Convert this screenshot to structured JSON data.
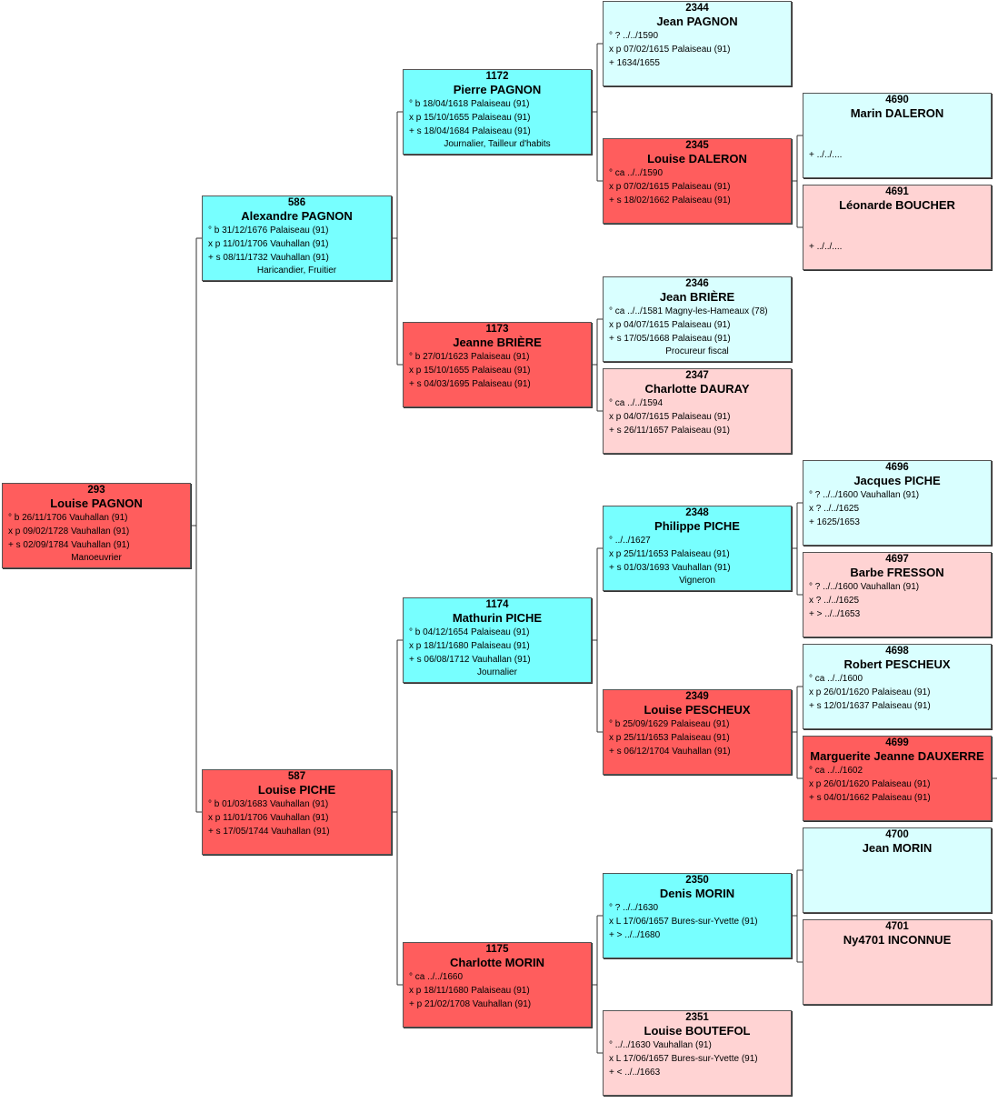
{
  "colors": {
    "male": "#77ffff",
    "female": "#ff5d5d",
    "male_pale": "#d9ffff",
    "female_pale": "#ffd3d3",
    "line": "#333333"
  },
  "people": [
    {
      "id": "p293",
      "sex": "f",
      "num": "293",
      "name": "Louise PAGNON",
      "lines": [
        "° b 26/11/1706 Vauhallan (91)",
        "x p 09/02/1728 Vauhallan (91)",
        "+ s 02/09/1784 Vauhallan (91)"
      ],
      "occupation": "Manoeuvrier"
    },
    {
      "id": "p586",
      "sex": "m",
      "num": "586",
      "name": "Alexandre PAGNON",
      "lines": [
        "° b 31/12/1676 Palaiseau (91)",
        "x p 11/01/1706 Vauhallan (91)",
        "+ s 08/11/1732 Vauhallan (91)"
      ],
      "occupation": "Haricandier, Fruitier"
    },
    {
      "id": "p587",
      "sex": "f",
      "num": "587",
      "name": "Louise PICHE",
      "lines": [
        "° b 01/03/1683 Vauhallan (91)",
        "x p 11/01/1706 Vauhallan (91)",
        "+ s 17/05/1744 Vauhallan (91)"
      ]
    },
    {
      "id": "p1172",
      "sex": "m",
      "num": "1172",
      "name": "Pierre PAGNON",
      "lines": [
        "° b 18/04/1618 Palaiseau (91)",
        "x p 15/10/1655 Palaiseau (91)",
        "+ s 18/04/1684 Palaiseau (91)"
      ],
      "occupation": "Journalier, Tailleur d'habits"
    },
    {
      "id": "p1173",
      "sex": "f",
      "num": "1173",
      "name": "Jeanne BRIÈRE",
      "lines": [
        "° b 27/01/1623 Palaiseau (91)",
        "x p 15/10/1655 Palaiseau (91)",
        "+ s 04/03/1695 Palaiseau (91)"
      ]
    },
    {
      "id": "p1174",
      "sex": "m",
      "num": "1174",
      "name": "Mathurin PICHE",
      "lines": [
        "° b 04/12/1654 Palaiseau (91)",
        "x p 18/11/1680 Palaiseau (91)",
        "+ s 06/08/1712 Vauhallan (91)"
      ],
      "occupation": "Journalier"
    },
    {
      "id": "p1175",
      "sex": "f",
      "num": "1175",
      "name": "Charlotte MORIN",
      "lines": [
        "° ca ../../1660",
        "x p 18/11/1680 Palaiseau (91)",
        "+ p 21/02/1708 Vauhallan (91)"
      ]
    },
    {
      "id": "p2344",
      "sex": "mp",
      "num": "2344",
      "name": "Jean PAGNON",
      "lines": [
        "° ? ../../1590",
        "x p 07/02/1615 Palaiseau (91)",
        "+ 1634/1655"
      ]
    },
    {
      "id": "p2345",
      "sex": "f",
      "num": "2345",
      "name": "Louise DALERON",
      "lines": [
        "° ca ../../1590",
        "x p 07/02/1615 Palaiseau (91)",
        "+ s 18/02/1662 Palaiseau (91)"
      ]
    },
    {
      "id": "p2346",
      "sex": "mp",
      "num": "2346",
      "name": "Jean BRIÈRE",
      "lines": [
        "° ca ../../1581 Magny-les-Hameaux (78)",
        "x p 04/07/1615 Palaiseau (91)",
        "+ s 17/05/1668 Palaiseau (91)"
      ],
      "occupation": "Procureur fiscal"
    },
    {
      "id": "p2347",
      "sex": "fp",
      "num": "2347",
      "name": "Charlotte DAURAY",
      "lines": [
        "° ca ../../1594",
        "x p 04/07/1615 Palaiseau (91)",
        "+ s 26/11/1657 Palaiseau (91)"
      ]
    },
    {
      "id": "p2348",
      "sex": "m",
      "num": "2348",
      "name": "Philippe PICHE",
      "lines": [
        "° ../../1627",
        "x p 25/11/1653 Palaiseau (91)",
        "+ s 01/03/1693 Vauhallan (91)"
      ],
      "occupation": "Vigneron"
    },
    {
      "id": "p2349",
      "sex": "f",
      "num": "2349",
      "name": "Louise PESCHEUX",
      "lines": [
        "° b 25/09/1629 Palaiseau (91)",
        "x p 25/11/1653 Palaiseau (91)",
        "+ s 06/12/1704 Vauhallan (91)"
      ]
    },
    {
      "id": "p2350",
      "sex": "m",
      "num": "2350",
      "name": "Denis MORIN",
      "lines": [
        "° ? ../../1630",
        "x L 17/06/1657 Bures-sur-Yvette (91)",
        "+ > ../../1680"
      ]
    },
    {
      "id": "p2351",
      "sex": "fp",
      "num": "2351",
      "name": "Louise BOUTEFOL",
      "lines": [
        "° ../../1630 Vauhallan (91)",
        "x L 17/06/1657 Bures-sur-Yvette (91)",
        "+ < ../../1663"
      ]
    },
    {
      "id": "p4690",
      "sex": "mp",
      "num": "4690",
      "name": "Marin DALERON",
      "lines": [
        "",
        "",
        "+ ../../...."
      ]
    },
    {
      "id": "p4691",
      "sex": "fp",
      "num": "4691",
      "name": "Léonarde BOUCHER",
      "lines": [
        "",
        "",
        "+ ../../...."
      ]
    },
    {
      "id": "p4696",
      "sex": "mp",
      "num": "4696",
      "name": "Jacques PICHE",
      "lines": [
        "° ? ../../1600 Vauhallan (91)",
        "x ? ../../1625",
        "+ 1625/1653"
      ]
    },
    {
      "id": "p4697",
      "sex": "fp",
      "num": "4697",
      "name": "Barbe FRESSON",
      "lines": [
        "° ? ../../1600 Vauhallan (91)",
        "x ? ../../1625",
        "+ > ../../1653"
      ]
    },
    {
      "id": "p4698",
      "sex": "mp",
      "num": "4698",
      "name": "Robert PESCHEUX",
      "lines": [
        "° ca ../../1600",
        "x p 26/01/1620 Palaiseau (91)",
        "+ s 12/01/1637 Palaiseau (91)"
      ]
    },
    {
      "id": "p4699",
      "sex": "f",
      "num": "4699",
      "name": "Marguerite Jeanne DAUXERRE",
      "lines": [
        "° ca ../../1602",
        "x p 26/01/1620 Palaiseau (91)",
        "+ s 04/01/1662 Palaiseau (91)"
      ]
    },
    {
      "id": "p4700",
      "sex": "mp",
      "num": "4700",
      "name": "Jean MORIN",
      "lines": []
    },
    {
      "id": "p4701",
      "sex": "fp",
      "num": "4701",
      "name": "Ny4701 INCONNUE",
      "lines": []
    }
  ]
}
